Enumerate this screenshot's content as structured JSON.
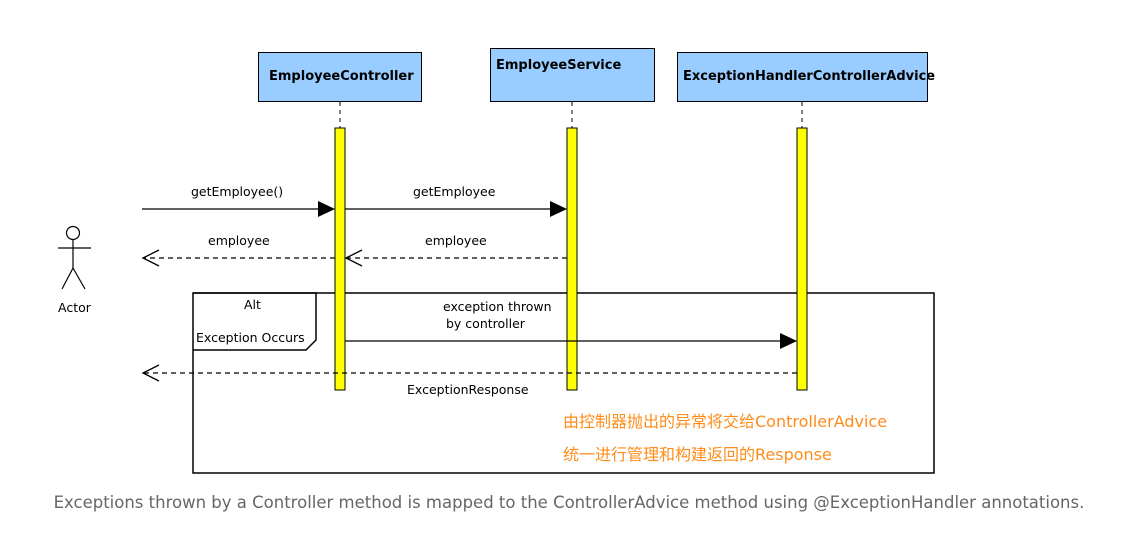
{
  "participants": {
    "controller": "EmployeeController",
    "service": "EmployeeService",
    "advice": "ExceptionHandlerControllerAdvice"
  },
  "actor": {
    "label": "Actor"
  },
  "messages": {
    "m1": "getEmployee()",
    "m2": "getEmployee",
    "r1": "employee",
    "r2": "employee",
    "exception_line1": "exception thrown",
    "exception_line2": "by controller",
    "exception_response": "ExceptionResponse"
  },
  "fragment": {
    "operator": "Alt",
    "guard": "Exception Occurs"
  },
  "note": {
    "line1": "由控制器抛出的异常将交给ControllerAdvice",
    "line2": "统一进行管理和构建返回的Response"
  },
  "caption": "Exceptions thrown by a Controller method is mapped to the ControllerAdvice method using @ExceptionHandler annotations.",
  "colors": {
    "participant_fill": "#99ccff",
    "activation_fill": "#ffff00",
    "note_text": "#ff8c1a",
    "caption_text": "#666666"
  }
}
